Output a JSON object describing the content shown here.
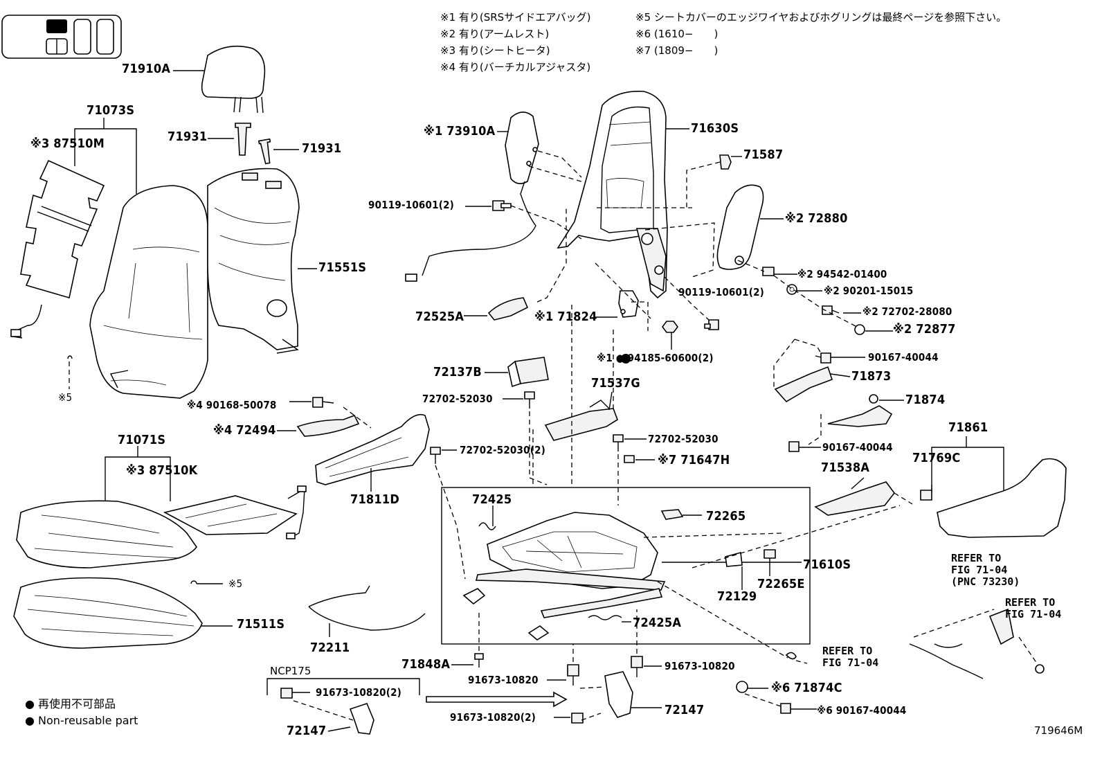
{
  "notes": [
    "※1 有り(SRSサイドエアバッグ)",
    "※2 有り(アームレスト)",
    "※3 有り(シートヒータ)",
    "※4 有り(バーチカルアジャスタ)",
    "※5 シートカバーのエッジワイヤおよびホグリングは最終ページを参照下さい。",
    "※6 (1610−　　)",
    "※7 (1809−　　)"
  ],
  "labels": {
    "p71910A": "71910A",
    "p71073S": "71073S",
    "p87510M": "※3 87510M",
    "p71931a": "71931",
    "p71931b": "71931",
    "p71551S": "71551S",
    "p73910A": "※1 73910A",
    "p71630S": "71630S",
    "p71587": "71587",
    "p72880": "※2 72880",
    "p90119a": "90119-10601(2)",
    "p94542": "※2 94542-01400",
    "p90201": "※2 90201-15015",
    "p90119b": "90119-10601(2)",
    "p72702_28080": "※2 72702-28080",
    "p72877": "※2 72877",
    "p72525A": "72525A",
    "p71824": "※1 71824",
    "p94185": "※1 ● 94185-60600(2)",
    "p90167a": "90167-40044",
    "p71873": "71873",
    "p71874": "71874",
    "p72137B": "72137B",
    "p71537G": "71537G",
    "p72702_52030a": "72702-52030",
    "p90168": "※4 90168-50078",
    "p72494": "※4 72494",
    "p72702_52030b": "72702-52030",
    "p72702_52030c": "72702-52030(2)",
    "p71647H": "※7 71647H",
    "p90167b": "90167-40044",
    "p71861": "71861",
    "p71769C": "71769C",
    "p71538A": "71538A",
    "p71071S": "71071S",
    "p87510K": "※3 87510K",
    "p71811D": "71811D",
    "p72425": "72425",
    "p72265": "72265",
    "p71610S": "71610S",
    "p72265E": "72265E",
    "p72129": "72129",
    "p71511S": "71511S",
    "p72211": "72211",
    "p72425A": "72425A",
    "p71848A": "71848A",
    "p91673a": "91673-10820",
    "p91673b": "91673-10820",
    "p91673c": "91673-10820(2)",
    "p91673d": "91673-10820(2)",
    "p72147a": "72147",
    "p72147b": "72147",
    "p71874C": "※6 71874C",
    "p90167c": "※6 90167-40044",
    "star5a": "※5",
    "star5b": "※5",
    "ncp": "NCP175"
  },
  "refs": {
    "r1": "REFER TO\nFIG 71-04\n(PNC 73230)",
    "r2": "REFER TO\nFIG 71-04",
    "r3": "REFER TO\nFIG 71-04"
  },
  "legend": {
    "jp": "● 再使用不可部品",
    "en": "● Non-reusable part"
  },
  "figure_code": "719646M"
}
